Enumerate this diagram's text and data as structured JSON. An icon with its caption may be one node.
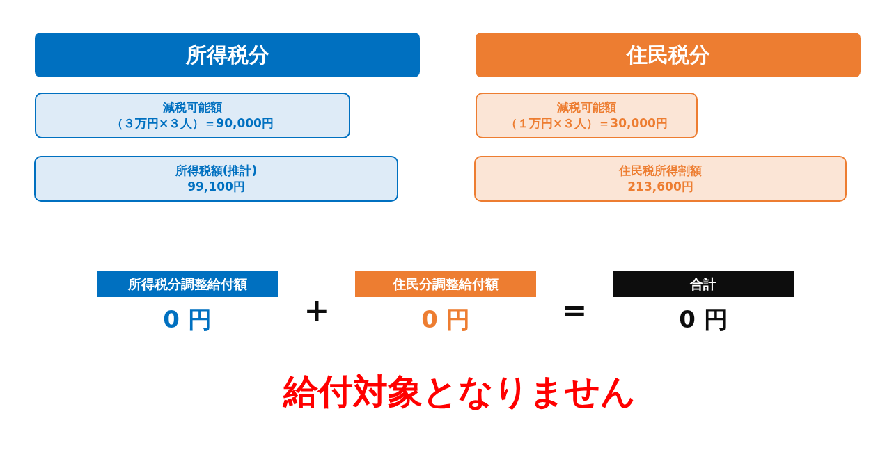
{
  "diagram": {
    "nodes": [
      {
        "text": [
          "所得税分"
        ]
      },
      {
        "text": [
          "減税可能額",
          "（３万円×３人）＝**90,000**円"
        ]
      },
      {
        "text": [
          "所得税額(推計)",
          "**99,100**円"
        ]
      },
      {
        "text": [
          "住民税分"
        ]
      },
      {
        "text": [
          "減税可能額",
          "（１万円×３人）＝**30,000**円"
        ]
      },
      {
        "text": [
          "住民税所得割額",
          "**213,600**円"
        ]
      },
      {
        "text": [
          "所得税分調整給付額"
        ],
        "beside": [
          "0 円"
        ]
      },
      {
        "text": [
          "住民分調整給付額"
        ],
        "beside": [
          "0 円"
        ]
      },
      {
        "text": [
          "合計"
        ],
        "beside": [
          "0 円"
        ]
      }
    ],
    "edges": [],
    "labels": [
      "+",
      "=",
      "給付対象となりません"
    ]
  }
}
